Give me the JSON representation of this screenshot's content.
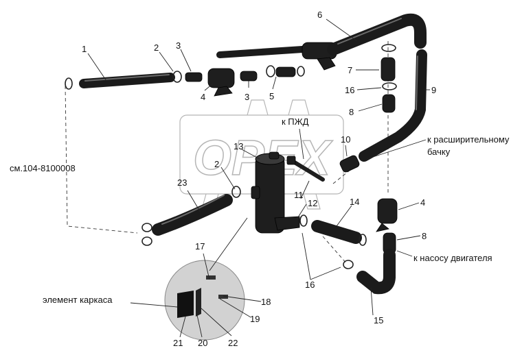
{
  "callouts": {
    "n1": "1",
    "n2a": "2",
    "n2b": "2",
    "n3a": "3",
    "n3b": "3",
    "n4a": "4",
    "n4b": "4",
    "n5": "5",
    "n6": "6",
    "n7": "7",
    "n8a": "8",
    "n8b": "8",
    "n9": "9",
    "n10": "10",
    "n11": "11",
    "n12": "12",
    "n13": "13",
    "n14": "14",
    "n15": "15",
    "n16a": "16",
    "n16b": "16",
    "n17": "17",
    "n18": "18",
    "n19": "19",
    "n20": "20",
    "n21": "21",
    "n22": "22",
    "n23": "23"
  },
  "labels": {
    "see_ref": "см.104-8100008",
    "to_pzhd": "к ПЖД",
    "to_tank_line1": "к расширительному",
    "to_tank_line2": "бачку",
    "to_pump": "к насосу двигателя",
    "frame_element": "элемент  каркаса"
  },
  "watermark": "OPEX",
  "colors": {
    "parts": "#1e1e1e",
    "watermark": "#b5b5b5",
    "detail_circle": "#d2d2d2"
  }
}
